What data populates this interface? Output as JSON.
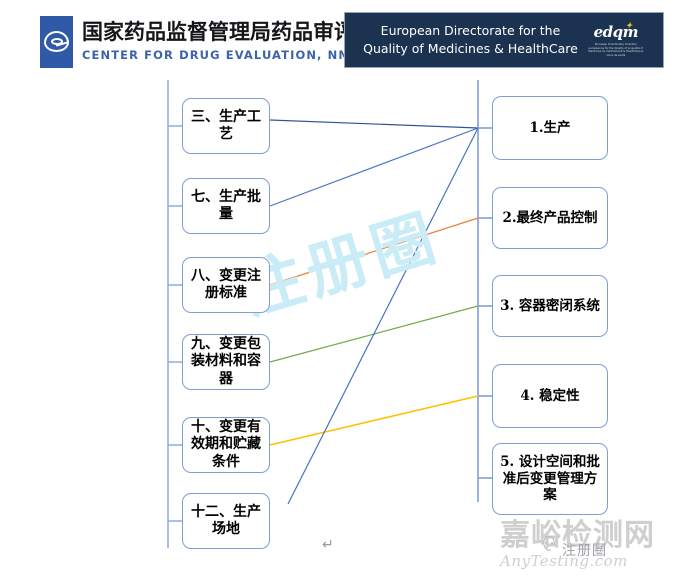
{
  "header": {
    "nmpa": {
      "logo_icon": "eye-emblem-icon",
      "cn_title": "国家药品监督管理局药品审评中心",
      "en_title": "CENTER FOR DRUG EVALUATION, NMPA",
      "accent_color": "#2f5aa8",
      "en_color": "#3d62ac"
    },
    "edqm": {
      "line1": "European Directorate for the",
      "line2": "Quality of Medicines & HealthCare",
      "emblem_word": "edqm",
      "emblem_sub": "European Directorate | Direction européenne for the Quality of la qualité of Medicines du médicament & HealthCare & soins de santé",
      "background_color": "#1b3350",
      "star_color": "#f2c230"
    }
  },
  "diagram": {
    "left_column": [
      {
        "id": "left-1",
        "label": "三、生产工艺"
      },
      {
        "id": "left-2",
        "label": "七、生产批量"
      },
      {
        "id": "left-3",
        "label": "八、变更注册标准"
      },
      {
        "id": "left-4",
        "label": "九、变更包装材料和容器"
      },
      {
        "id": "left-5",
        "label": "十、变更有效期和贮藏条件"
      },
      {
        "id": "left-6",
        "label": "十二、生产场地"
      }
    ],
    "right_column": [
      {
        "id": "right-1",
        "label": "1.生产"
      },
      {
        "id": "right-2",
        "label": "2.最终产品控制"
      },
      {
        "id": "right-3",
        "label": "3. 容器密闭系统"
      },
      {
        "id": "right-4",
        "label": "4. 稳定性"
      },
      {
        "id": "right-5",
        "label": "5. 设计空间和批准后变更管理方案"
      }
    ],
    "connector_colors": {
      "blue": "#4472c4",
      "blue_dark": "#2f5597",
      "orange": "#ed7d31",
      "green": "#70ad47",
      "yellow": "#ffc000",
      "spine": "#8faadc"
    }
  },
  "watermarks": {
    "center": "注册圈",
    "bottom_right_cn": "嘉峪检测网",
    "bottom_right_en": "AnyTesting.com",
    "bottom_right_small": "注册圈"
  },
  "marks": {
    "paragraph_return": "↵"
  }
}
